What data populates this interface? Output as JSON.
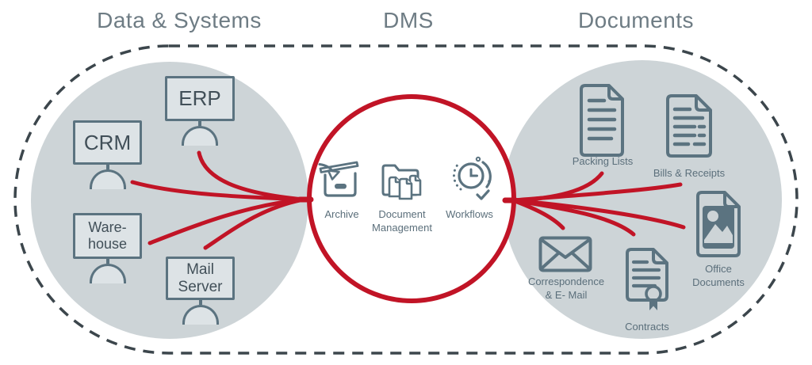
{
  "titles": {
    "left": "Data & Systems",
    "center": "DMS",
    "right": "Documents"
  },
  "systems": [
    {
      "id": "erp",
      "lines": [
        "ERP"
      ]
    },
    {
      "id": "crm",
      "lines": [
        "CRM"
      ]
    },
    {
      "id": "warehouse",
      "lines": [
        "Ware-",
        "house"
      ]
    },
    {
      "id": "mail-server",
      "lines": [
        "Mail",
        "Server"
      ]
    }
  ],
  "dms": [
    {
      "id": "archive",
      "lines": [
        "Archive"
      ]
    },
    {
      "id": "document-management",
      "lines": [
        "Document",
        "Management"
      ]
    },
    {
      "id": "workflows",
      "lines": [
        "Workflows"
      ]
    }
  ],
  "documents": [
    {
      "id": "packing-lists",
      "lines": [
        "Packing Lists"
      ]
    },
    {
      "id": "bills-receipts",
      "lines": [
        "Bills & Receipts"
      ]
    },
    {
      "id": "correspondence-email",
      "lines": [
        "Correspondence",
        "& E- Mail"
      ]
    },
    {
      "id": "contracts",
      "lines": [
        "Contracts"
      ]
    },
    {
      "id": "office-documents",
      "lines": [
        "Office",
        "Documents"
      ]
    }
  ],
  "colors": {
    "accent_red": "#c11426",
    "circle_gray": "#cdd4d7",
    "icon_slate": "#5b7380",
    "dash_gray": "#3c464c",
    "title_gray": "#6e7c84"
  }
}
